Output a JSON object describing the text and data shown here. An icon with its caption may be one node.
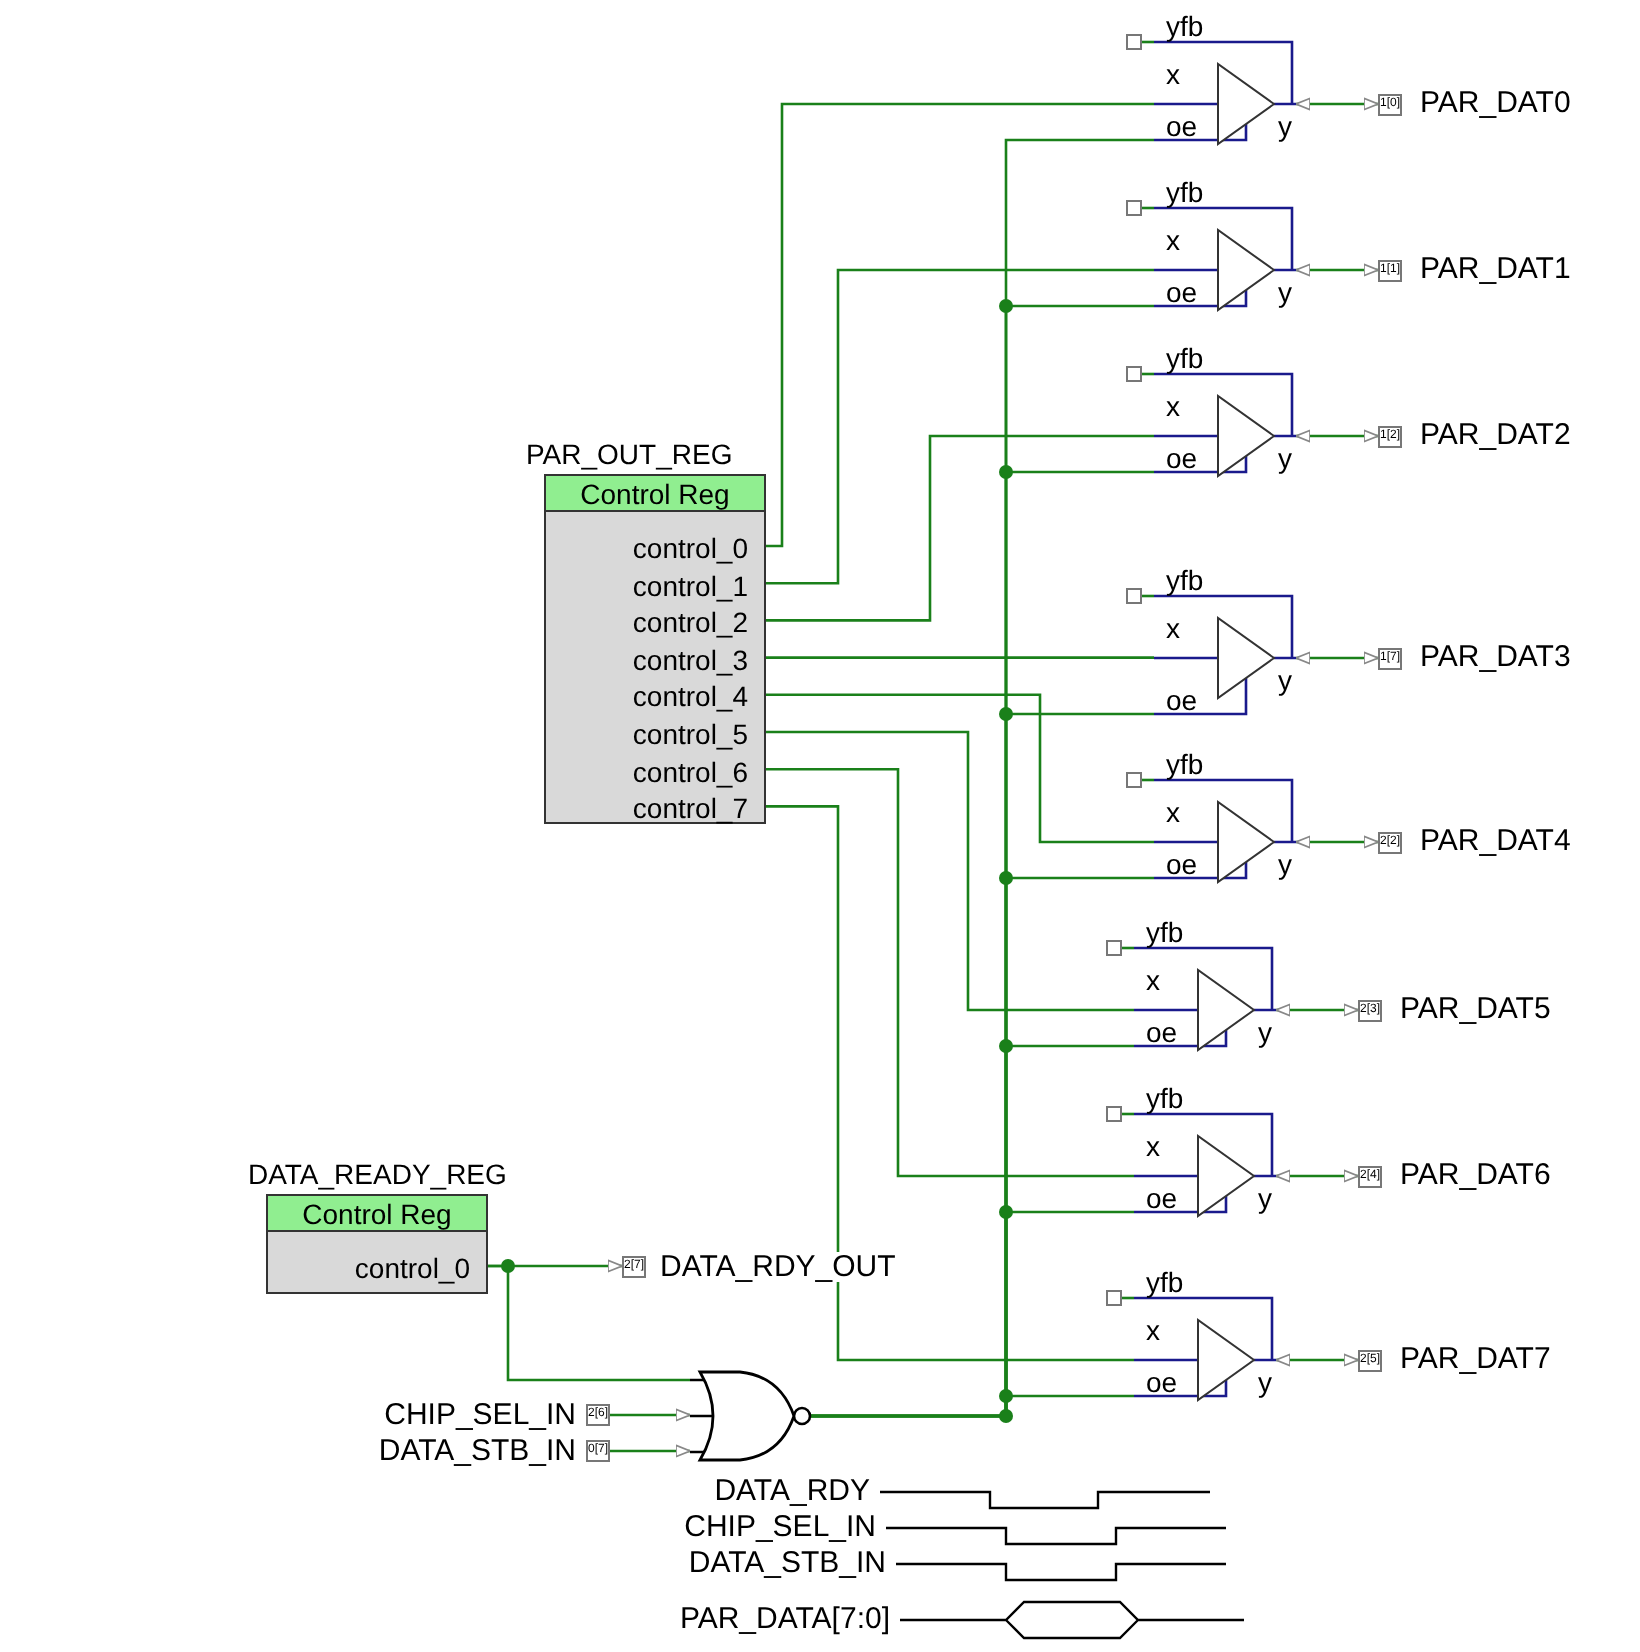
{
  "diagram": {
    "nodes": [
      {
        "text": [
          "PAR_OUT_REG",
          "Control Reg"
        ]
      },
      {
        "text": [
          "control_0"
        ],
        "in": 0
      },
      {
        "text": [
          "control_1"
        ],
        "in": 0
      },
      {
        "text": [
          "control_2"
        ],
        "in": 0
      },
      {
        "text": [
          "control_3"
        ],
        "in": 0
      },
      {
        "text": [
          "control_4"
        ],
        "in": 0
      },
      {
        "text": [
          "control_5"
        ],
        "in": 0
      },
      {
        "text": [
          "control_6"
        ],
        "in": 0
      },
      {
        "text": [
          "control_7"
        ],
        "in": 0
      },
      {
        "text": [
          "DATA_READY_REG",
          "Control Reg"
        ]
      },
      {
        "text": [
          "control_0"
        ],
        "in": 9
      },
      {
        "text": [],
        "shape": "box"
      },
      {
        "text": [
          "yfb",
          "x",
          "oe",
          "y"
        ]
      },
      {
        "text": [
          "1[0]"
        ],
        "beside": [
          "PAR_DAT0"
        ]
      },
      {
        "text": [],
        "shape": "box"
      },
      {
        "text": [
          "yfb",
          "x",
          "oe",
          "y"
        ]
      },
      {
        "text": [
          "1[1]"
        ],
        "beside": [
          "PAR_DAT1"
        ]
      },
      {
        "text": [],
        "shape": "box"
      },
      {
        "text": [
          "yfb",
          "x",
          "oe",
          "y"
        ]
      },
      {
        "text": [
          "1[2]"
        ],
        "beside": [
          "PAR_DAT2"
        ]
      },
      {
        "text": [],
        "shape": "box"
      },
      {
        "text": [
          "yfb",
          "x",
          "oe",
          "y"
        ]
      },
      {
        "text": [
          "1[7]"
        ],
        "beside": [
          "PAR_DAT3"
        ]
      },
      {
        "text": [],
        "shape": "box"
      },
      {
        "text": [
          "yfb",
          "x",
          "oe",
          "y"
        ]
      },
      {
        "text": [
          "2[2]"
        ],
        "beside": [
          "PAR_DAT4"
        ]
      },
      {
        "text": [],
        "shape": "box"
      },
      {
        "text": [
          "yfb",
          "x",
          "oe",
          "y"
        ]
      },
      {
        "text": [
          "2[3]"
        ],
        "beside": [
          "PAR_DAT5"
        ]
      },
      {
        "text": [],
        "shape": "box"
      },
      {
        "text": [
          "yfb",
          "x",
          "oe",
          "y"
        ]
      },
      {
        "text": [
          "2[4]"
        ],
        "beside": [
          "PAR_DAT6"
        ]
      },
      {
        "text": [],
        "shape": "box"
      },
      {
        "text": [
          "yfb",
          "x",
          "oe",
          "y"
        ]
      },
      {
        "text": [
          "2[5]"
        ],
        "beside": [
          "PAR_DAT7"
        ]
      },
      {
        "text": [
          "2[7]"
        ],
        "beside": [
          "DATA_RDY_OUT"
        ]
      },
      {
        "text": [
          "2[6]"
        ],
        "beside": [
          "CHIP_SEL_IN"
        ]
      },
      {
        "text": [
          "0[7]"
        ],
        "beside": [
          "DATA_STB_IN"
        ]
      },
      {
        "text": [],
        "shape": "gate"
      }
    ],
    "edges": [
      {
        "from": 1,
        "to": 12,
        "arrow": "none"
      },
      {
        "from": 2,
        "to": 15,
        "arrow": "none"
      },
      {
        "from": 3,
        "to": 18,
        "arrow": "none"
      },
      {
        "from": 4,
        "to": 21,
        "arrow": "none"
      },
      {
        "from": 5,
        "to": 24,
        "arrow": "none"
      },
      {
        "from": 6,
        "to": 27,
        "arrow": "none"
      },
      {
        "from": 7,
        "to": 30,
        "arrow": "none"
      },
      {
        "from": 8,
        "to": 33,
        "arrow": "none"
      },
      {
        "from": 11,
        "to": 12,
        "arrow": "none"
      },
      {
        "from": 14,
        "to": 15,
        "arrow": "none"
      },
      {
        "from": 17,
        "to": 18,
        "arrow": "none"
      },
      {
        "from": 20,
        "to": 21,
        "arrow": "none"
      },
      {
        "from": 23,
        "to": 24,
        "arrow": "none"
      },
      {
        "from": 26,
        "to": 27,
        "arrow": "none"
      },
      {
        "from": 29,
        "to": 30,
        "arrow": "none"
      },
      {
        "from": 32,
        "to": 33,
        "arrow": "none"
      },
      {
        "from": 12,
        "to": 13,
        "arrow": "both"
      },
      {
        "from": 15,
        "to": 16,
        "arrow": "both"
      },
      {
        "from": 18,
        "to": 19,
        "arrow": "both"
      },
      {
        "from": 21,
        "to": 22,
        "arrow": "both"
      },
      {
        "from": 24,
        "to": 25,
        "arrow": "both"
      },
      {
        "from": 27,
        "to": 28,
        "arrow": "both"
      },
      {
        "from": 30,
        "to": 31,
        "arrow": "both"
      },
      {
        "from": 33,
        "to": 34,
        "arrow": "both"
      },
      {
        "from": 10,
        "to": 35,
        "arrow": "to"
      },
      {
        "from": 10,
        "to": 38,
        "arrow": "none"
      },
      {
        "from": 36,
        "to": 38,
        "arrow": "to"
      },
      {
        "from": 37,
        "to": 38,
        "arrow": "to"
      },
      {
        "from": 38,
        "to": 12,
        "arrow": "none"
      },
      {
        "from": 38,
        "to": 15,
        "arrow": "none"
      },
      {
        "from": 38,
        "to": 18,
        "arrow": "none"
      },
      {
        "from": 38,
        "to": 21,
        "arrow": "none"
      },
      {
        "from": 38,
        "to": 24,
        "arrow": "none"
      },
      {
        "from": 38,
        "to": 27,
        "arrow": "none"
      },
      {
        "from": 38,
        "to": 30,
        "arrow": "none"
      },
      {
        "from": 38,
        "to": 33,
        "arrow": "none"
      }
    ],
    "labels": [
      "DATA_RDY",
      "CHIP_SEL_IN",
      "DATA_STB_IN",
      "PAR_DATA[7:0]"
    ]
  }
}
